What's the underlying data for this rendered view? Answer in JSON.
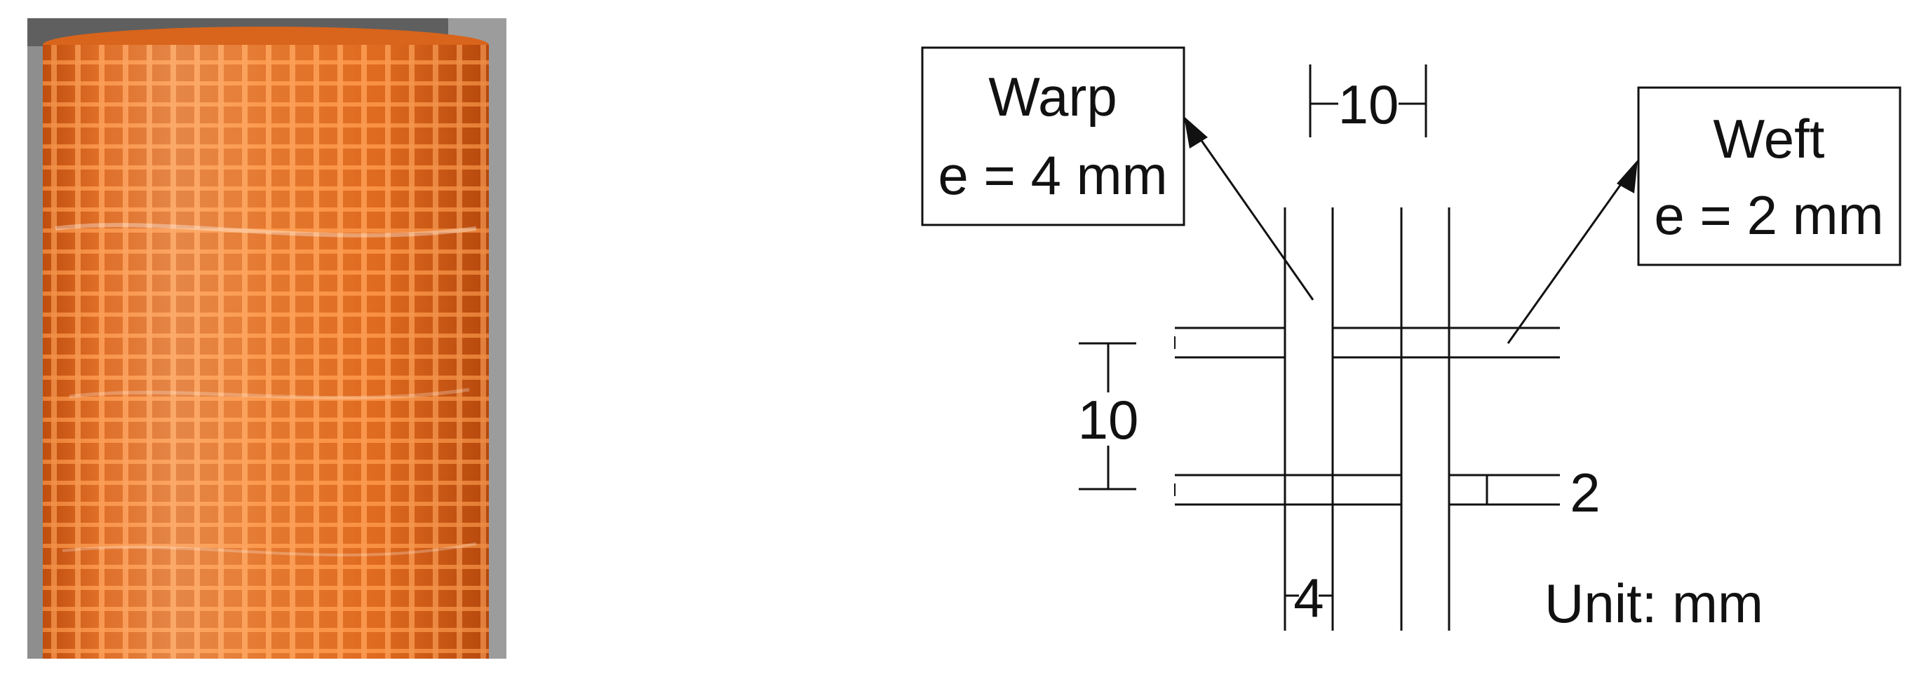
{
  "photo": {
    "subject": "orange-mesh-roll",
    "colors": {
      "mesh": "#f07a22",
      "mesh_dark": "#c9530f",
      "mesh_light": "#ff9a4a",
      "background": "#8e8e8e"
    }
  },
  "diagram": {
    "warp_box": {
      "line1": "Warp",
      "line2": "e = 4 mm"
    },
    "weft_box": {
      "line1": "Weft",
      "line2": "e = 2 mm"
    },
    "dim_top": "10",
    "dim_left": "10",
    "dim_weft_thickness": "2",
    "dim_warp_thickness": "4",
    "unit_label": "Unit: mm",
    "colors": {
      "stroke": "#111111",
      "fill": "#ffffff"
    }
  }
}
